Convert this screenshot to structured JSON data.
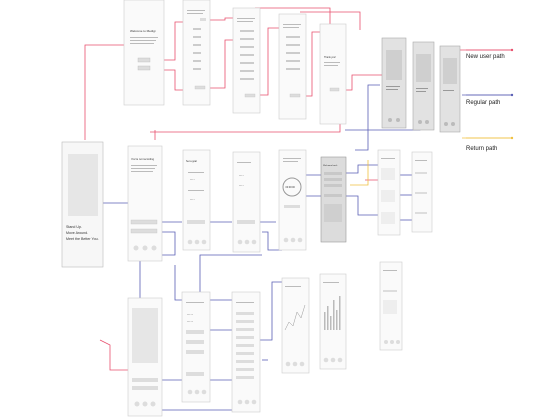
{
  "legend": {
    "new_user": "New user path",
    "regular": "Regular path",
    "return": "Return path",
    "colors": {
      "new_user": "#e8506e",
      "regular": "#5a5fb5",
      "return": "#f0c040"
    }
  },
  "screens": {
    "welcome": {
      "title": "Welcome to Medigi",
      "body": "Medigi helps you look after your health with gentle reminders."
    },
    "splash": {
      "line1": "Stand Up.",
      "line2": "Move Around.",
      "line3": "Meet the Better You."
    },
    "not_recording": {
      "title": "You're not recording",
      "body": "Start recording to begin tracking your daily activity."
    },
    "first_goal": {
      "title": "Set a goal"
    },
    "result": {
      "value": "00:00:00"
    },
    "thankyou": {
      "title": "Thank you!"
    },
    "returned": {
      "title": "Welcome back"
    }
  }
}
